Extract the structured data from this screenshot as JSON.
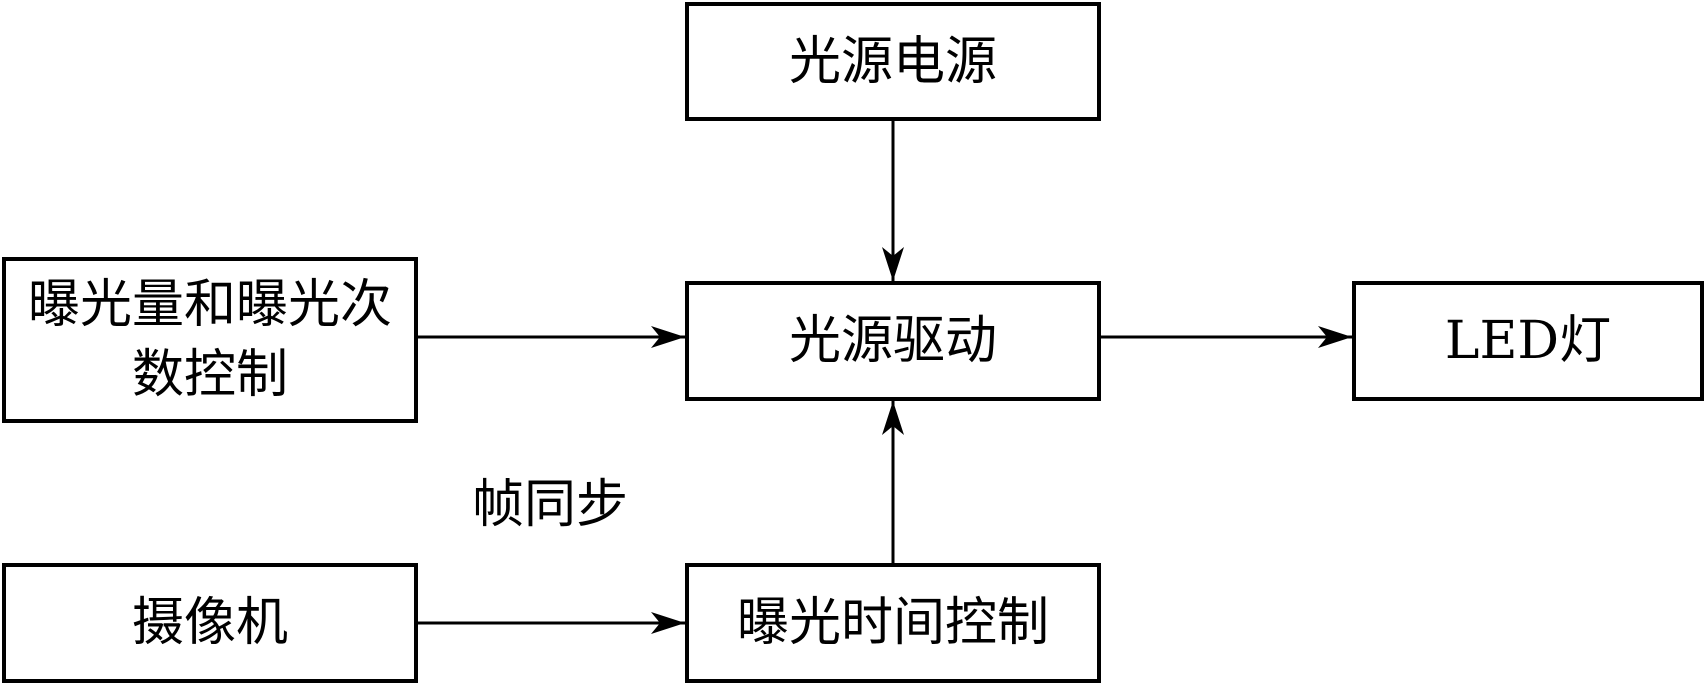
{
  "nodes": {
    "power": "光源电源",
    "driver": "光源驱动",
    "exposure_count": "曝光量和曝光次数控制",
    "led": "LED灯",
    "camera": "摄像机",
    "exposure_time": "曝光时间控制"
  },
  "edges": [
    {
      "from": "power",
      "to": "driver",
      "label": ""
    },
    {
      "from": "exposure_count",
      "to": "driver",
      "label": ""
    },
    {
      "from": "driver",
      "to": "led",
      "label": ""
    },
    {
      "from": "camera",
      "to": "exposure_time",
      "label": "帧同步"
    },
    {
      "from": "exposure_time",
      "to": "driver",
      "label": ""
    }
  ],
  "labels": {
    "frame_sync": "帧同步"
  },
  "colors": {
    "line": "#000000",
    "background": "#ffffff"
  }
}
